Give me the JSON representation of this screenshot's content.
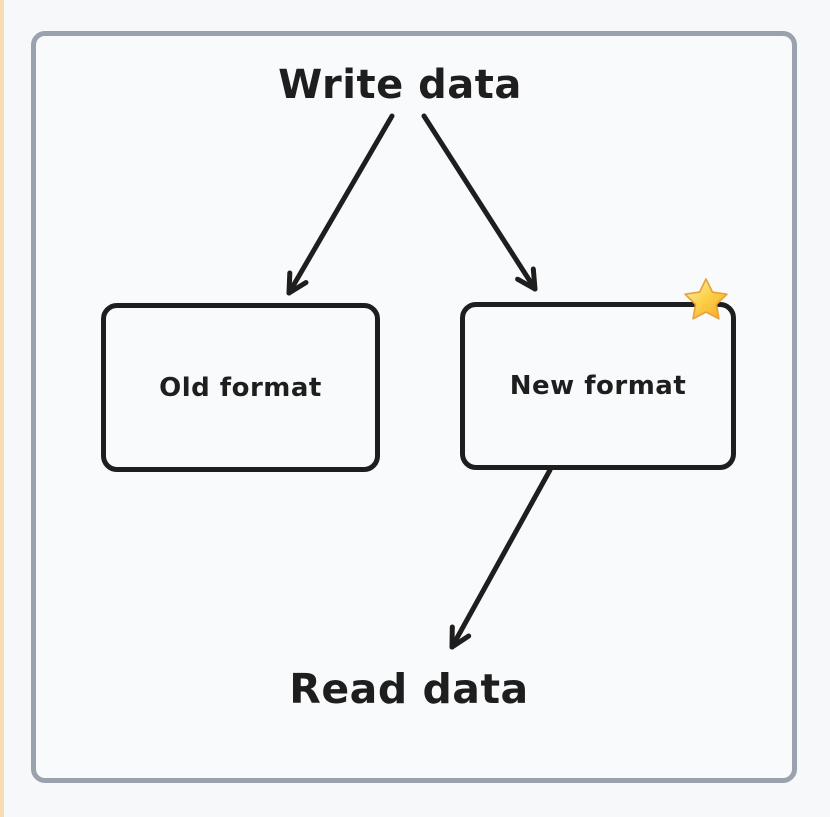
{
  "page": {
    "background_color": "#f7f8fa",
    "edge_accent_color": "#f6ddb2",
    "frame_border_color": "#9aa2ae",
    "ink_color": "#1e1e1e"
  },
  "diagram": {
    "write_label": "Write data",
    "read_label": "Read data",
    "nodes": [
      {
        "id": "old-format",
        "label": "Old format"
      },
      {
        "id": "new-format",
        "label": "New format",
        "badge_icon": "star-icon"
      }
    ],
    "arrows": [
      {
        "from": "Write data",
        "to": "Old format"
      },
      {
        "from": "Write data",
        "to": "New format"
      },
      {
        "from": "New format",
        "to": "Read data"
      }
    ],
    "star_colors": {
      "light": "#fdf3c7",
      "mid": "#fcd34d",
      "deep": "#f5a623",
      "edge": "#e9a23b"
    }
  }
}
